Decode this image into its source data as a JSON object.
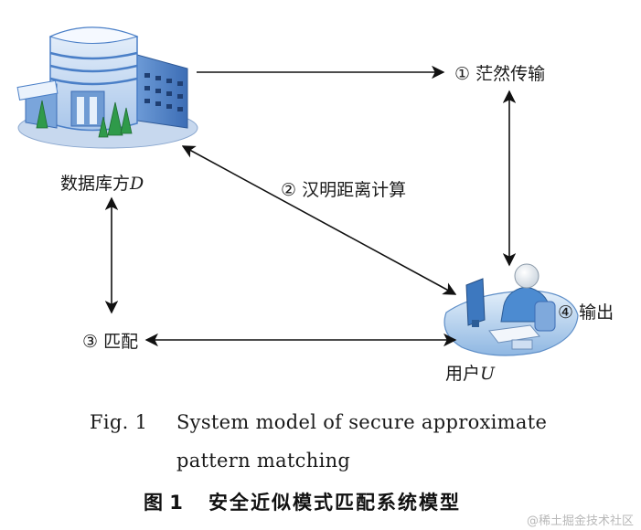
{
  "nodes": {
    "database": {
      "label": "数据库方",
      "var": "D"
    },
    "user": {
      "label": "用户",
      "var": "U"
    }
  },
  "steps": {
    "step1": "① 茫然传输",
    "step2": "② 汉明距离计算",
    "step3": "③ 匹配",
    "step4": "④ 输出"
  },
  "caption": {
    "en_fig": "Fig. 1",
    "en_line1": "System model of secure approximate",
    "en_line2": "pattern matching",
    "zh_fig": "图 1",
    "zh_title": "安全近似模式匹配系统模型"
  },
  "watermark": "@稀土掘金技术社区",
  "colors": {
    "building_blue": "#4a7fc7",
    "building_light": "#dbe8f7",
    "tree_green": "#2f9a4a",
    "desk_blue": "#bcd6f0",
    "arrow": "#111111"
  }
}
